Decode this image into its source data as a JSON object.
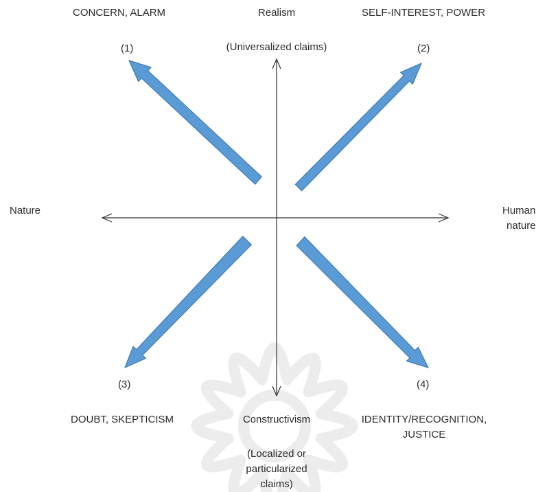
{
  "axes": {
    "top": "Realism",
    "top_sub": "(Universalized claims)",
    "bottom": "Constructivism",
    "bottom_sub": "(Localized or particularized claims)",
    "left": "Nature",
    "right_line1": "Human",
    "right_line2": "nature"
  },
  "quadrants": [
    {
      "number": "(1)",
      "label": "CONCERN, ALARM",
      "direction": "upper-left"
    },
    {
      "number": "(2)",
      "label": "SELF-INTEREST, POWER",
      "direction": "upper-right"
    },
    {
      "number": "(3)",
      "label": "DOUBT, SKEPTICISM",
      "direction": "lower-left"
    },
    {
      "number": "(4)",
      "label_line1": "IDENTITY/RECOGNITION,",
      "label_line2": "JUSTICE",
      "direction": "lower-right"
    }
  ],
  "colors": {
    "arrow_fill": "#5b9bd5",
    "arrow_stroke": "#3f7ab4",
    "axis_line": "#333333",
    "text": "#2a2a2a",
    "watermark": "#ececec"
  }
}
